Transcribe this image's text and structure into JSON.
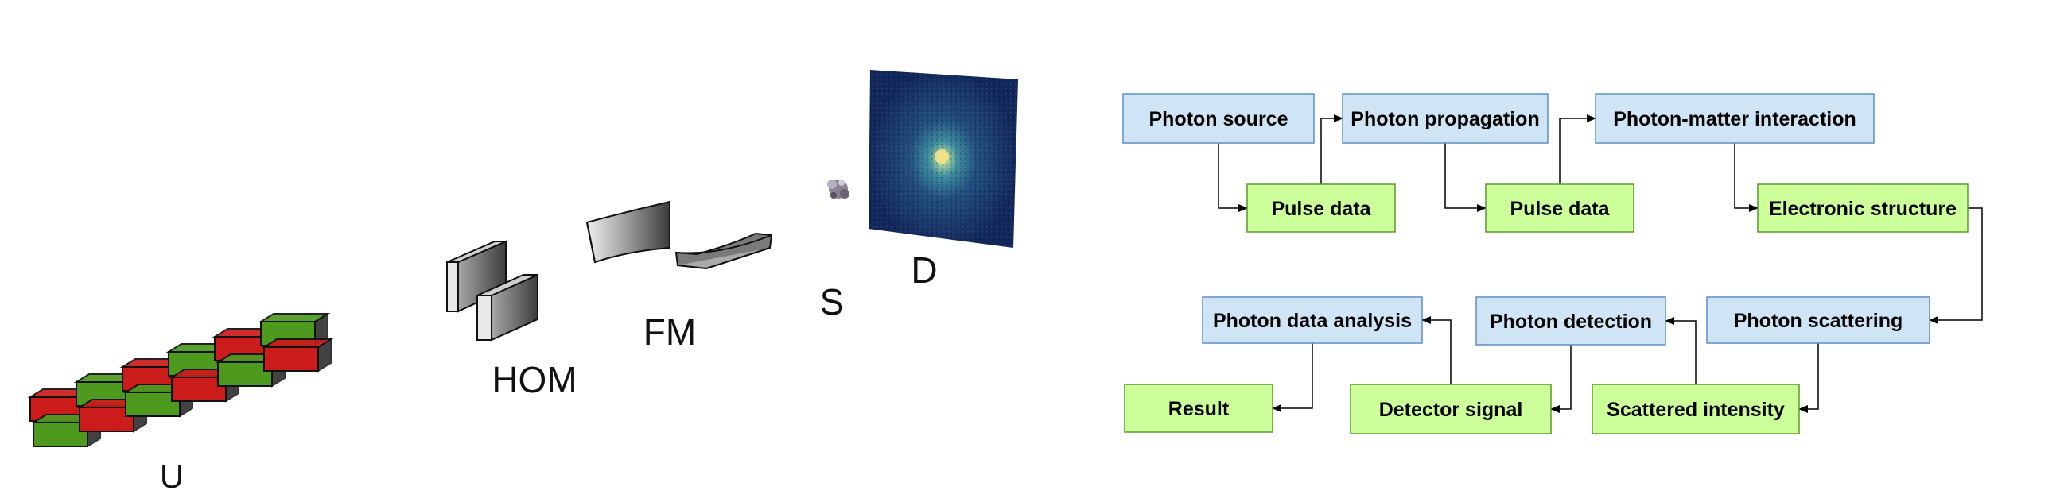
{
  "setup_labels": {
    "undulator": "U",
    "hom": "HOM",
    "fm": "FM",
    "sample": "S",
    "detector": "D"
  },
  "flowchart": {
    "nodes": [
      {
        "id": "photon_source",
        "label": "Photon source",
        "kind": "process"
      },
      {
        "id": "pulse_data_1",
        "label": "Pulse data",
        "kind": "data"
      },
      {
        "id": "photon_propagation",
        "label": "Photon propagation",
        "kind": "process"
      },
      {
        "id": "pulse_data_2",
        "label": "Pulse data",
        "kind": "data"
      },
      {
        "id": "photon_matter_interaction",
        "label": "Photon-matter interaction",
        "kind": "process"
      },
      {
        "id": "electronic_structure",
        "label": "Electronic structure",
        "kind": "data"
      },
      {
        "id": "photon_scattering",
        "label": "Photon scattering",
        "kind": "process"
      },
      {
        "id": "scattered_intensity",
        "label": "Scattered intensity",
        "kind": "data"
      },
      {
        "id": "photon_detection",
        "label": "Photon detection",
        "kind": "process"
      },
      {
        "id": "detector_signal",
        "label": "Detector signal",
        "kind": "data"
      },
      {
        "id": "photon_data_analysis",
        "label": "Photon data analysis",
        "kind": "process"
      },
      {
        "id": "result",
        "label": "Result",
        "kind": "data"
      }
    ],
    "edges": [
      [
        "photon_source",
        "pulse_data_1"
      ],
      [
        "pulse_data_1",
        "photon_propagation"
      ],
      [
        "photon_propagation",
        "pulse_data_2"
      ],
      [
        "pulse_data_2",
        "photon_matter_interaction"
      ],
      [
        "photon_matter_interaction",
        "electronic_structure"
      ],
      [
        "electronic_structure",
        "photon_scattering"
      ],
      [
        "photon_scattering",
        "scattered_intensity"
      ],
      [
        "scattered_intensity",
        "photon_detection"
      ],
      [
        "photon_detection",
        "detector_signal"
      ],
      [
        "detector_signal",
        "photon_data_analysis"
      ],
      [
        "photon_data_analysis",
        "result"
      ]
    ]
  },
  "colors": {
    "process_fill": "#cfe4f4",
    "process_stroke": "#5d8fc0",
    "data_fill": "#ccff99",
    "data_stroke": "#5a9a2a",
    "undulator_red": "#cc1b1b",
    "undulator_green": "#4d9a1f",
    "detector_blue": "#1c3568"
  }
}
